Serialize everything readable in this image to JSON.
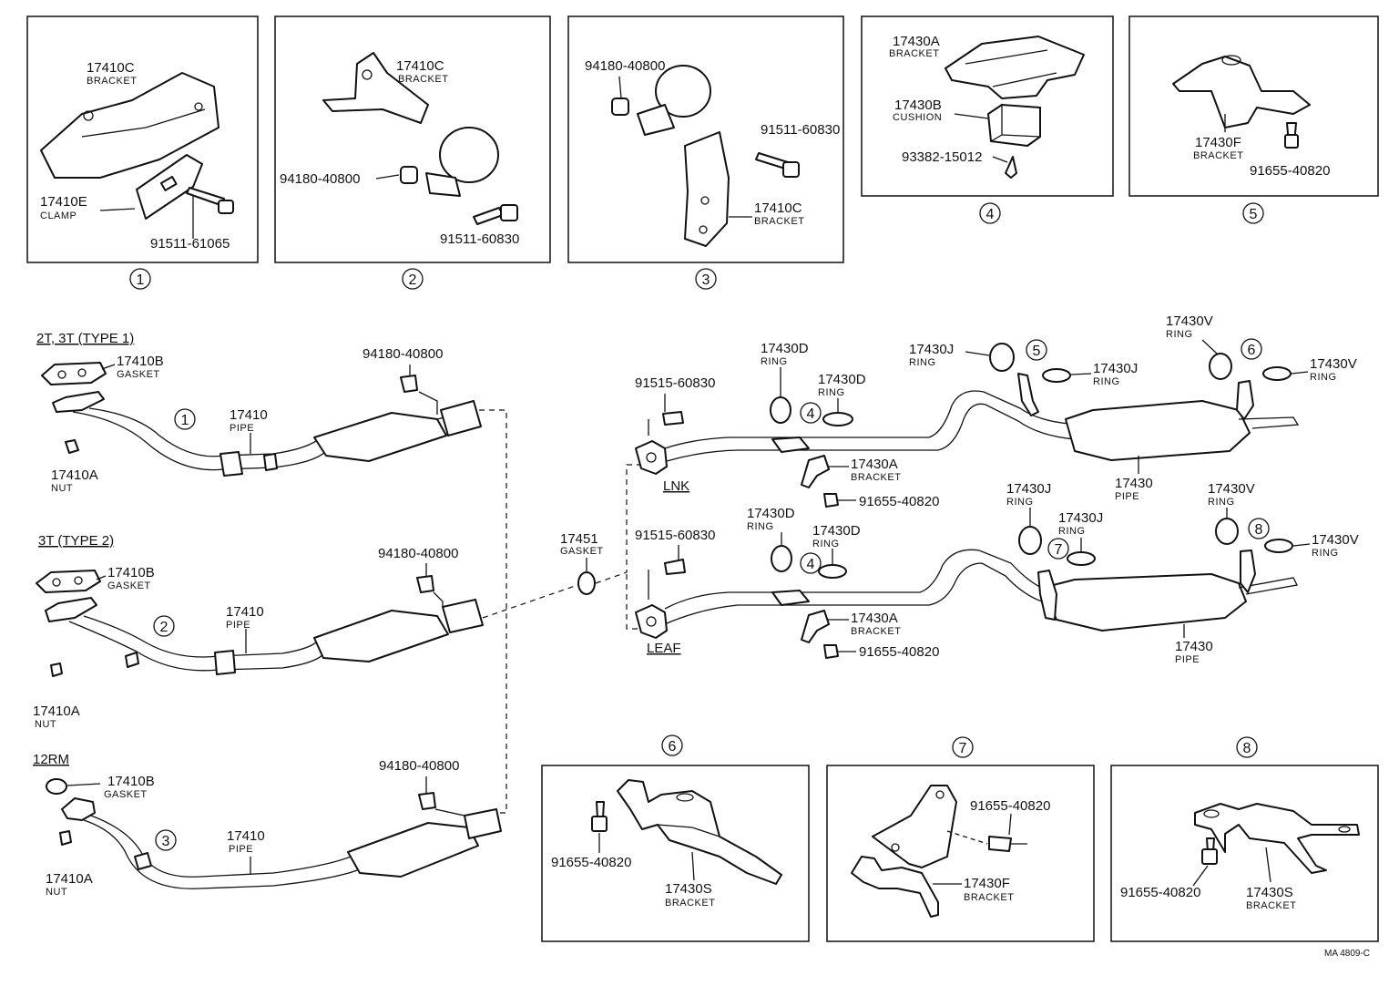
{
  "inset_numbers": [
    "1",
    "2",
    "3",
    "4",
    "5",
    "6",
    "7",
    "8"
  ],
  "inset1": {
    "bracket": {
      "part": "17410C",
      "name": "BRACKET"
    },
    "clamp": {
      "part": "17410E",
      "name": "CLAMP"
    },
    "bolt": "91511-61065"
  },
  "inset2": {
    "bracket": {
      "part": "17410C",
      "name": "BRACKET"
    },
    "nut": "94180-40800",
    "bolt": "91511-60830"
  },
  "inset3": {
    "nut": "94180-40800",
    "bolt": "91511-60830",
    "bracket": {
      "part": "17410C",
      "name": "BRACKET"
    }
  },
  "inset4": {
    "bracket": {
      "part": "17430A",
      "name": "BRACKET"
    },
    "cushion": {
      "part": "17430B",
      "name": "CUSHION"
    },
    "screw": "93382-15012"
  },
  "inset5": {
    "bracket": {
      "part": "17430F",
      "name": "BRACKET"
    },
    "bolt": "91655-40820"
  },
  "inset6": {
    "bolt": "91655-40820",
    "bracket": {
      "part": "17430S",
      "name": "BRACKET"
    }
  },
  "inset7": {
    "bolt": "91655-40820",
    "bracket": {
      "part": "17430F",
      "name": "BRACKET"
    }
  },
  "inset8": {
    "bolt": "91655-40820",
    "bracket": {
      "part": "17430S",
      "name": "BRACKET"
    }
  },
  "front": {
    "type1": {
      "caption": "2T, 3T (TYPE 1)",
      "gasket": {
        "part": "17410B",
        "name": "GASKET"
      },
      "nut": {
        "part": "17410A",
        "name": "NUT"
      },
      "pipe": {
        "part": "17410",
        "name": "PIPE"
      },
      "stud_nut": "94180-40800"
    },
    "type2": {
      "caption": "3T (TYPE 2)",
      "gasket": {
        "part": "17410B",
        "name": "GASKET"
      },
      "nut": {
        "part": "17410A",
        "name": "NUT"
      },
      "pipe": {
        "part": "17410",
        "name": "PIPE"
      },
      "stud_nut": "94180-40800"
    },
    "rm12": {
      "caption": "12RM",
      "gasket": {
        "part": "17410B",
        "name": "GASKET"
      },
      "nut": {
        "part": "17410A",
        "name": "NUT"
      },
      "pipe": {
        "part": "17410",
        "name": "PIPE"
      },
      "stud_nut": "94180-40800"
    }
  },
  "center_gasket": {
    "part": "17451",
    "name": "GASKET"
  },
  "tail": {
    "lnk": {
      "caption": "LNK",
      "bolt": "91515-60830",
      "ring_d1": {
        "part": "17430D",
        "name": "RING"
      },
      "ring_d2": {
        "part": "17430D",
        "name": "RING"
      },
      "ring_j1": {
        "part": "17430J",
        "name": "RING"
      },
      "ring_j2": {
        "part": "17430J",
        "name": "RING"
      },
      "ring_v1": {
        "part": "17430V",
        "name": "RING"
      },
      "ring_v2": {
        "part": "17430V",
        "name": "RING"
      },
      "bracket": {
        "part": "17430A",
        "name": "BRACKET"
      },
      "bracket_bolt": "91655-40820",
      "pipe": {
        "part": "17430",
        "name": "PIPE"
      }
    },
    "leaf": {
      "caption": "LEAF",
      "bolt": "91515-60830",
      "ring_d1": {
        "part": "17430D",
        "name": "RING"
      },
      "ring_d2": {
        "part": "17430D",
        "name": "RING"
      },
      "ring_j1": {
        "part": "17430J",
        "name": "RING"
      },
      "ring_j2": {
        "part": "17430J",
        "name": "RING"
      },
      "ring_v1": {
        "part": "17430V",
        "name": "RING"
      },
      "ring_v2": {
        "part": "17430V",
        "name": "RING"
      },
      "bracket": {
        "part": "17430A",
        "name": "BRACKET"
      },
      "bracket_bolt": "91655-40820",
      "pipe": {
        "part": "17430",
        "name": "PIPE"
      }
    }
  },
  "drawing_code": "MA 4809-C"
}
